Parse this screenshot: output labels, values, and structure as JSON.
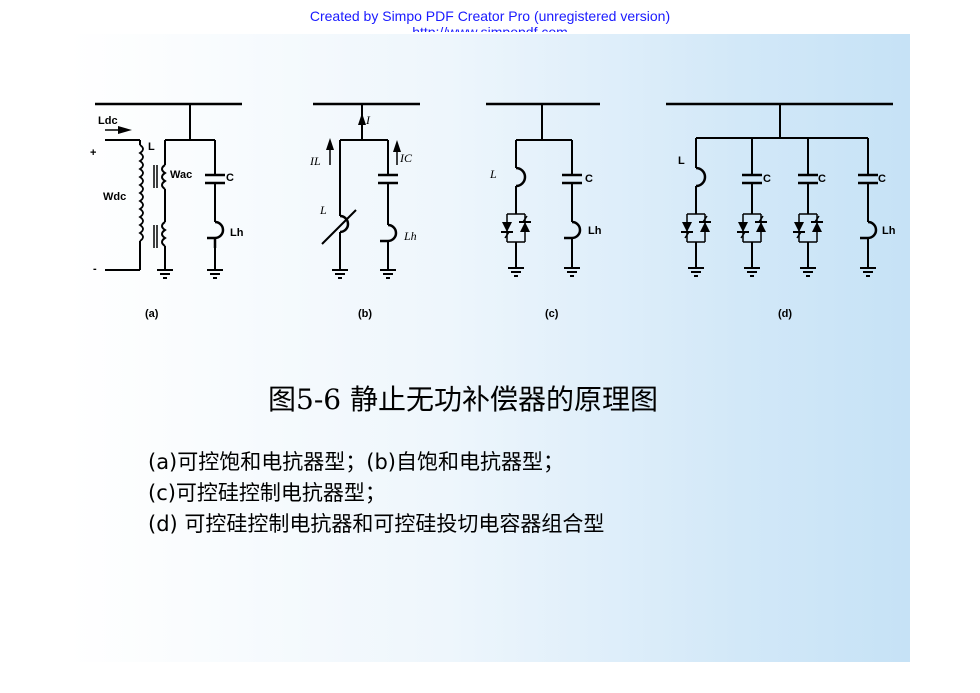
{
  "watermark": {
    "line1": "Created by Simpo PDF Creator Pro (unregistered version)",
    "line2": "http://www.simpopdf.com"
  },
  "figure": {
    "title": "图5-6  静止无功补偿器的原理图",
    "panel_labels": [
      "(a)",
      "(b)",
      "(c)",
      "(d)"
    ],
    "component_labels": {
      "a": [
        "Ldc",
        "L",
        "Wdc",
        "Wac",
        "C",
        "Lh",
        "+",
        "-"
      ],
      "b": [
        "I",
        "IL",
        "IC",
        "L",
        "Lh"
      ],
      "c": [
        "L",
        "C",
        "Lh"
      ],
      "d": [
        "L",
        "C",
        "C",
        "C",
        "Lh"
      ]
    }
  },
  "captions": [
    "(a)可控饱和电抗器型；(b)自饱和电抗器型；",
    "(c)可控硅控制电抗器型；",
    "(d) 可控硅控制电抗器和可控硅投切电容器组合型"
  ]
}
